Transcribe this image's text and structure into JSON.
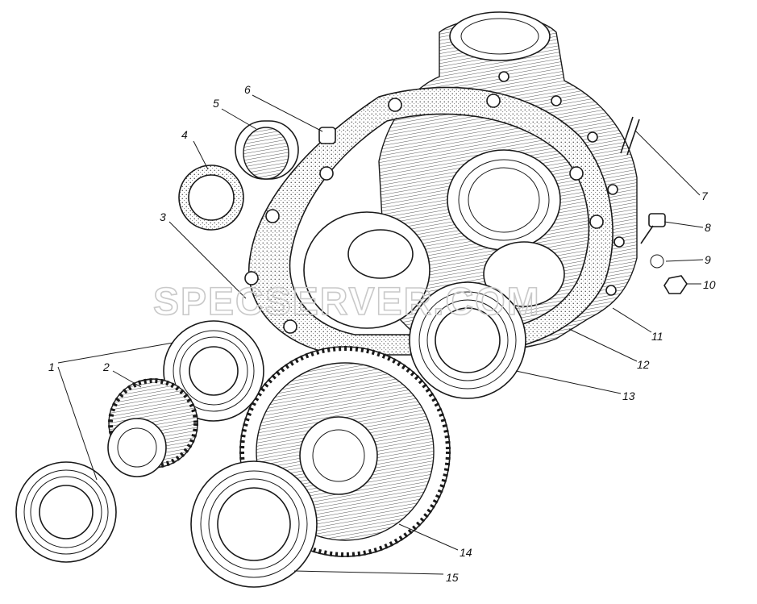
{
  "watermark": "SPECSERVER.COM",
  "callouts": [
    {
      "id": "1",
      "text": "1"
    },
    {
      "id": "2",
      "text": "2"
    },
    {
      "id": "3",
      "text": "3"
    },
    {
      "id": "4",
      "text": "4"
    },
    {
      "id": "5",
      "text": "5"
    },
    {
      "id": "6",
      "text": "6"
    },
    {
      "id": "7",
      "text": "7"
    },
    {
      "id": "8",
      "text": "8"
    },
    {
      "id": "9",
      "text": "9"
    },
    {
      "id": "10",
      "text": "10"
    },
    {
      "id": "11",
      "text": "11"
    },
    {
      "id": "12",
      "text": "12"
    },
    {
      "id": "13",
      "text": "13"
    },
    {
      "id": "14",
      "text": "14"
    },
    {
      "id": "15",
      "text": "15"
    }
  ]
}
